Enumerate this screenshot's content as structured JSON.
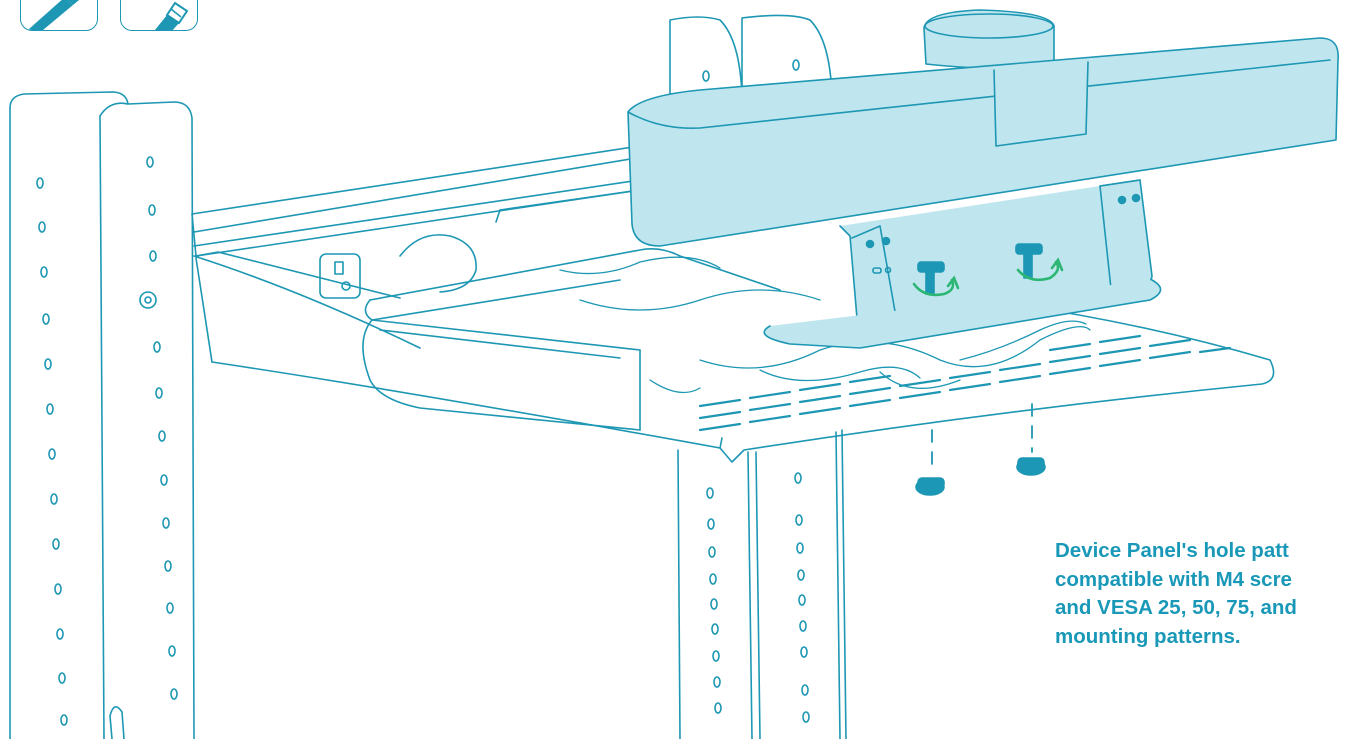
{
  "toolbar": {
    "items": [
      {
        "icon": "hex-key-icon"
      },
      {
        "icon": "screwdriver-icon"
      }
    ]
  },
  "callout": {
    "lines": [
      "Device Panel's hole patt",
      "compatible with M4 scre",
      "and VESA 25, 50, 75, and",
      "mounting patterns."
    ]
  },
  "colors": {
    "line": "#1d97b3",
    "panel_fill": "#bfe6ef",
    "knob_fill": "#1c98b6",
    "arrow": "#2bb673",
    "caption": "#1a98b8"
  }
}
